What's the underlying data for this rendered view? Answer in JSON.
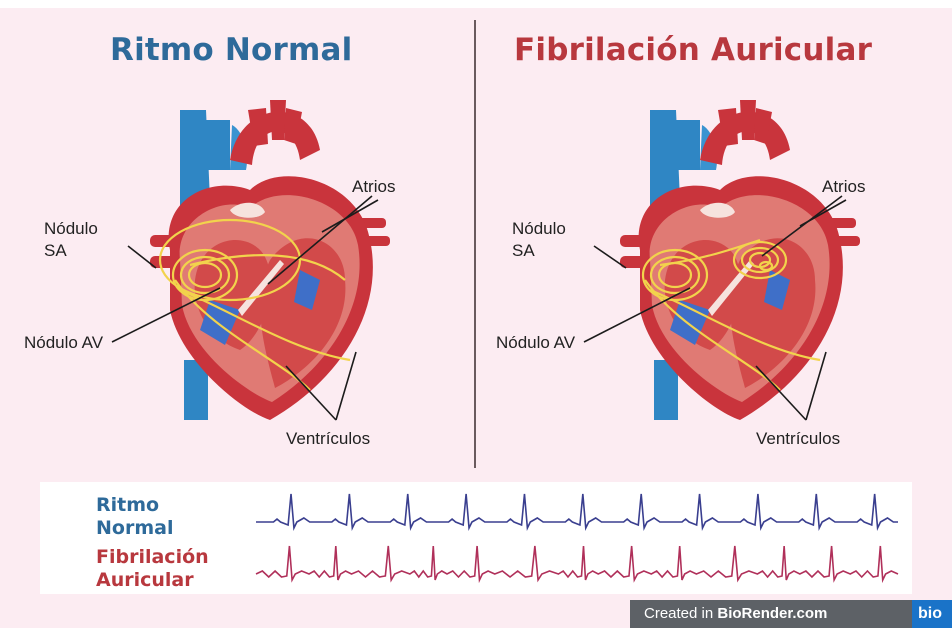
{
  "titles": {
    "normal": "Ritmo Normal",
    "fibrillation": "Fibrilación Auricular"
  },
  "labels": {
    "sa_node_line1": "Nódulo",
    "sa_node_line2": "SA",
    "av_node": "Nódulo AV",
    "atria": "Atrios",
    "ventricles": "Ventrículos"
  },
  "ecg": {
    "normal_line1": "Ritmo",
    "normal_line2": "Normal",
    "fib_line1": "Fibrilación",
    "fib_line2": "Auricular",
    "normal_color": "#3a3f8f",
    "fib_color": "#b0305a"
  },
  "footer": {
    "credit_prefix": "Created in ",
    "credit_brand": "BioRender.com",
    "brand_chip": "bio"
  },
  "colors": {
    "background": "#fcecf2",
    "title_normal": "#2e6a9a",
    "title_fib": "#b8383e",
    "heart_red": "#c9343c",
    "vein_blue": "#2f86c4",
    "conduction_yellow": "#f2d34c"
  }
}
